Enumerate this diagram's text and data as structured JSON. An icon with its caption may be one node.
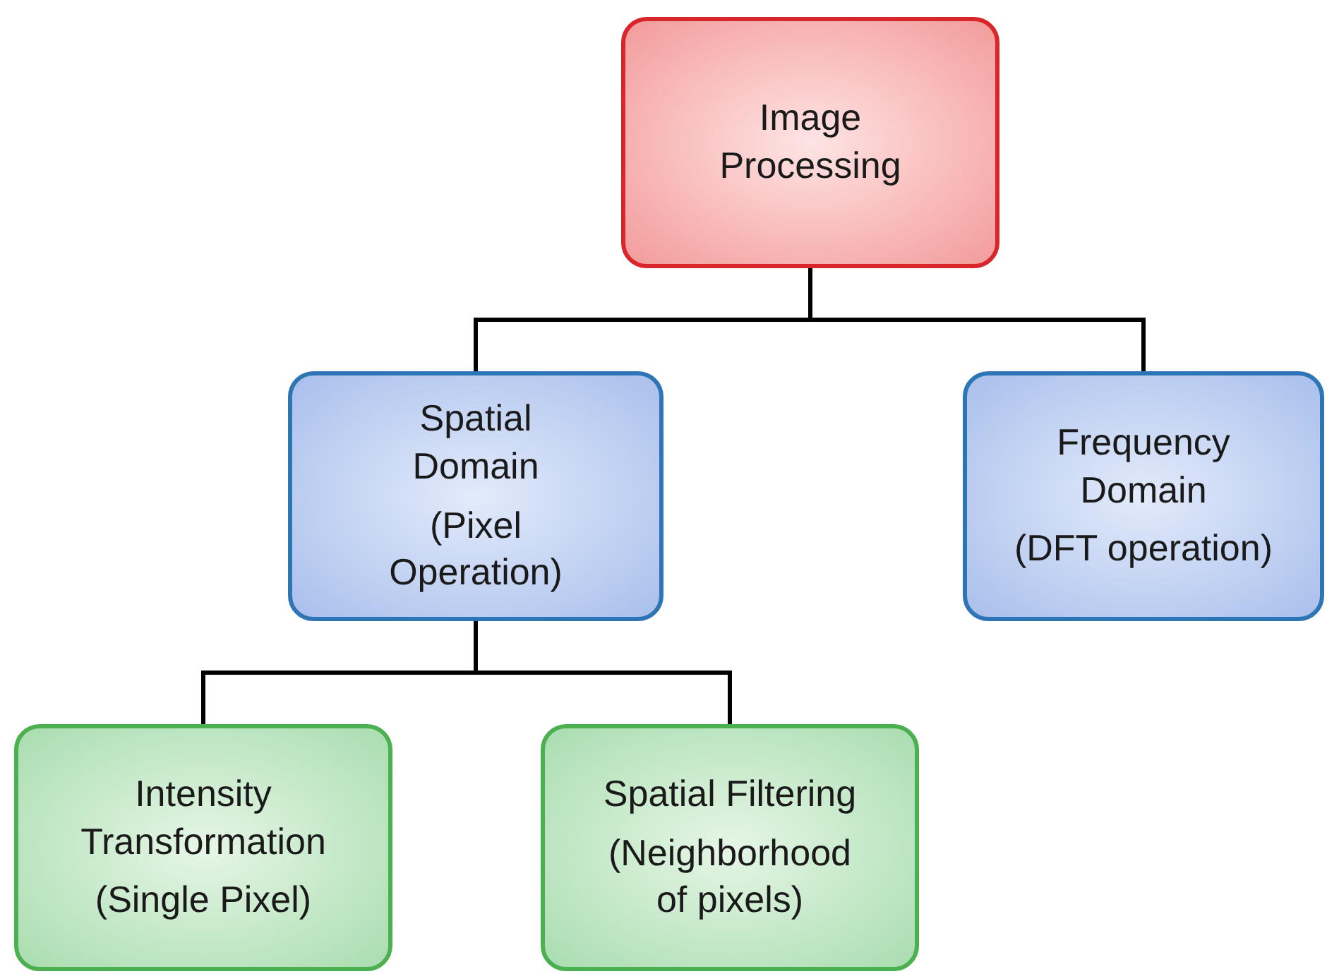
{
  "diagram": {
    "nodes": [
      {
        "text": [
          "Image Processing"
        ]
      },
      {
        "text": [
          "Spatial Domain",
          "(Pixel Operation)"
        ]
      },
      {
        "text": [
          "Frequency Domain",
          "(DFT operation)"
        ]
      },
      {
        "text": [
          "Intensity Transformation",
          "(Single Pixel)"
        ]
      },
      {
        "text": [
          "Spatial Filtering",
          "(Neighborhood of pixels)"
        ]
      }
    ],
    "edges": [
      {
        "from": 0,
        "to": 1,
        "arrow": "none"
      },
      {
        "from": 0,
        "to": 2,
        "arrow": "none"
      },
      {
        "from": 1,
        "to": 3,
        "arrow": "none"
      },
      {
        "from": 1,
        "to": 4,
        "arrow": "none"
      }
    ]
  }
}
